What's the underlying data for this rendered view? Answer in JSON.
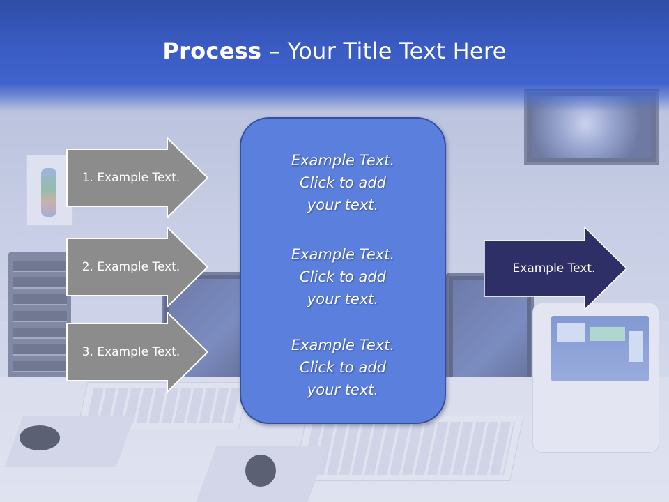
{
  "slide": {
    "title_bold": "Process",
    "title_rest": " – Your Title Text Here"
  },
  "left_arrows": [
    {
      "label": "1. Example Text."
    },
    {
      "label": "2. Example Text."
    },
    {
      "label": "3. Example Text."
    }
  ],
  "center_panel": {
    "blocks": [
      {
        "lines": [
          "Example Text.",
          "Click  to add",
          "your text."
        ]
      },
      {
        "lines": [
          "Example Text.",
          "Click  to add",
          "your text."
        ]
      },
      {
        "lines": [
          "Example Text.",
          "Click  to add",
          "your text."
        ]
      }
    ]
  },
  "right_arrow": {
    "label": "Example Text."
  },
  "colors": {
    "header": "#3a5cc4",
    "left_arrow_fill": "#8c8c8c",
    "left_arrow_border": "#ffffff",
    "panel_fill": "#5b7fdc",
    "right_arrow_fill": "#2e2f66",
    "text": "#ffffff"
  }
}
